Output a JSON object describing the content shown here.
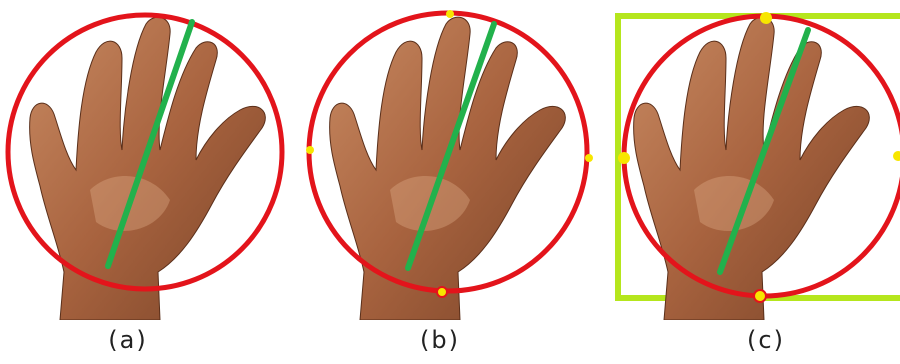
{
  "captions": {
    "a": "(a)",
    "b": "(b)",
    "c": "(c)"
  },
  "colors": {
    "circle": "#e3141b",
    "axis_line": "#22b14c",
    "marker": "#f7e600",
    "bounding_box": "#b5e61d",
    "skin_base": "#a8633f",
    "skin_light": "#d49a72",
    "skin_shadow": "#6e3b22"
  },
  "icons": {
    "hand": "hand-photo-icon"
  }
}
